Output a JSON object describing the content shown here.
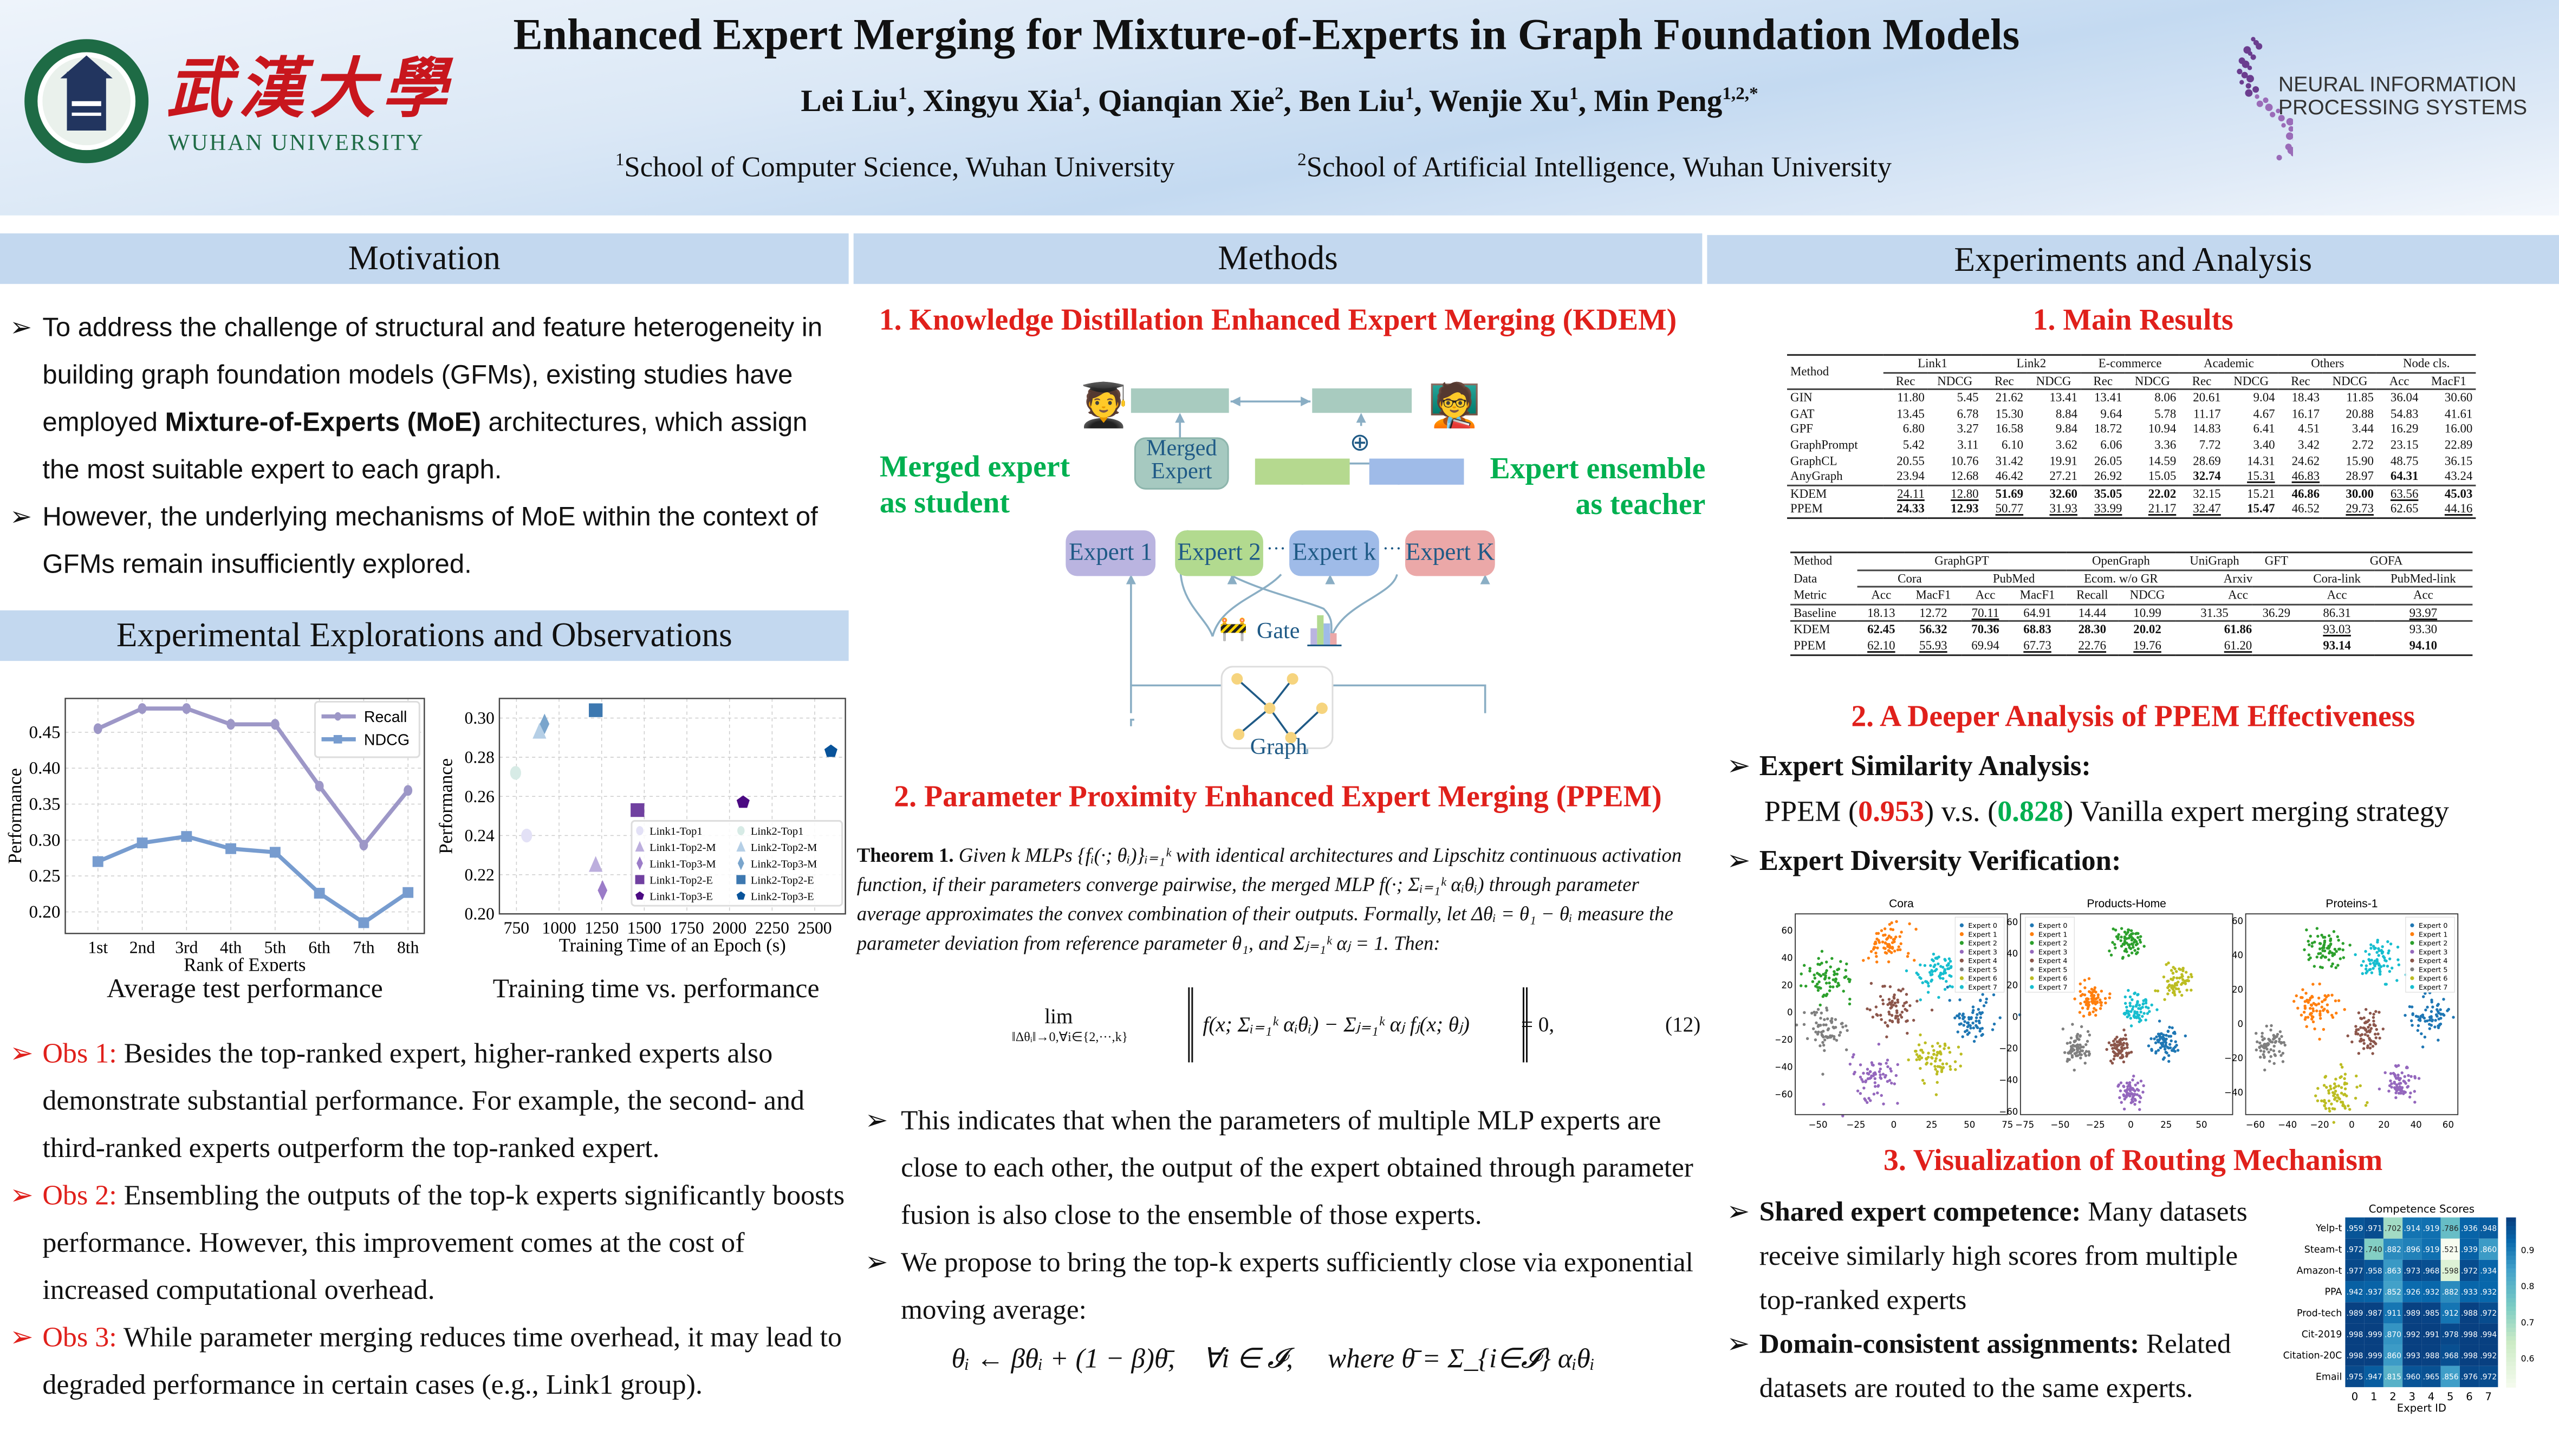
{
  "header": {
    "title": "Enhanced Expert Merging for Mixture-of-Experts in Graph Foundation Models",
    "authors": [
      {
        "name": "Lei Liu",
        "sup": "1"
      },
      {
        "name": "Xingyu Xia",
        "sup": "1"
      },
      {
        "name": "Qianqian Xie",
        "sup": "2"
      },
      {
        "name": "Ben Liu",
        "sup": "1"
      },
      {
        "name": "Wenjie Xu",
        "sup": "1"
      },
      {
        "name": "Min Peng",
        "sup": "1,2,*"
      }
    ],
    "affiliations": [
      {
        "sup": "1",
        "text": "School of Computer Science, Wuhan University"
      },
      {
        "sup": "2",
        "text": "School of Artificial Intelligence, Wuhan University"
      }
    ],
    "left_logo": {
      "chinese": "武漢大學",
      "english": "WUHAN UNIVERSITY"
    },
    "right_logo": {
      "line1": "NEURAL INFORMATION",
      "line2": "PROCESSING SYSTEMS"
    }
  },
  "sections": {
    "motivation": "Motivation",
    "methods": "Methods",
    "experiments": "Experiments and Analysis",
    "explorations": "Experimental Explorations and Observations"
  },
  "motivation": {
    "b1_pre": "To address the challenge of structural and feature heterogeneity in building graph foundation models (GFMs), existing studies have employed ",
    "b1_bold": "Mixture-of-Experts (MoE)",
    "b1_post": " architectures, which assign the most suitable expert to each graph.",
    "b2": "However, the underlying mechanisms of MoE within the context of GFMs remain insufficiently explored."
  },
  "explorations": {
    "caption_left": "Average test performance",
    "caption_right": "Training time vs. performance",
    "obs": [
      {
        "label": "Obs 1:",
        "text": " Besides the top-ranked expert, higher-ranked experts also demonstrate substantial performance. For example, the second- and third-ranked experts outperform the top-ranked expert."
      },
      {
        "label": "Obs 2:",
        "text": " Ensembling the outputs of the top-k experts significantly boosts performance. However, this improvement comes at the cost of increased computational overhead."
      },
      {
        "label": "Obs 3:",
        "text": " While parameter merging reduces time overhead, it may lead to degraded performance in certain cases (e.g., Link1 group)."
      }
    ]
  },
  "methods": {
    "kdem_title": "1. Knowledge Distillation Enhanced Expert Merging (KDEM)",
    "diagram": {
      "student_l1": "Merged expert",
      "student_l2": "as student",
      "teacher_l1": "Expert ensemble",
      "teacher_l2": "as teacher",
      "merged_l1": "Merged",
      "merged_l2": "Expert",
      "experts": [
        "Expert 1",
        "Expert 2",
        "Expert k",
        "Expert K"
      ],
      "dots": "···",
      "gate": "Gate",
      "graph": "Graph",
      "plus": "⊕"
    },
    "ppem_title": "2. Parameter Proximity Enhanced Expert Merging (PPEM)",
    "theorem_label": "Theorem 1.",
    "theorem_text": "Given k MLPs {fᵢ(·; θᵢ)}ᵢ₌₁ᵏ with identical architectures and Lipschitz continuous activation function, if their parameters converge pairwise, the merged MLP f(·; Σᵢ₌₁ᵏ αᵢθᵢ) through parameter average approximates the convex combination of their outputs. Formally, let Δθᵢ = θ₁ − θᵢ measure the parameter deviation from reference parameter θ₁, and Σⱼ₌₁ᵏ αⱼ = 1. Then:",
    "eq_lim": "lim",
    "eq_lim_sub": "‖Δθᵢ‖→0,∀i∈{2,···,k}",
    "eq_body": "f(x; Σᵢ₌₁ᵏ αᵢθᵢ) − Σⱼ₌₁ᵏ αⱼ fⱼ(x; θⱼ)",
    "eq_rhs": "= 0,",
    "eq_num": "(12)",
    "b1": "This indicates that when the parameters of multiple MLP experts are close to each other, the output of the expert obtained through parameter fusion is also close to the ensemble of those experts.",
    "b2": "We propose to bring the top-k experts sufficiently close via exponential moving average:",
    "ema": "θᵢ ← βθᵢ + (1 − β)θ̄,    ∀i ∈ 𝓘,     where θ̄ = Σ_{i∈𝓘} αᵢθᵢ"
  },
  "experiments": {
    "main_title": "1. Main Results",
    "table1": {
      "groups": [
        "Link1",
        "Link2",
        "E-commerce",
        "Academic",
        "Others",
        "Node cls."
      ],
      "method_header": "Method",
      "subheaders": [
        "Rec",
        "NDCG",
        "Rec",
        "NDCG",
        "Rec",
        "NDCG",
        "Rec",
        "NDCG",
        "Rec",
        "NDCG",
        "Acc",
        "MacF1"
      ],
      "rows": [
        {
          "method": "GIN",
          "values": [
            "11.80",
            "5.45",
            "21.62",
            "13.41",
            "13.41",
            "8.06",
            "20.61",
            "9.04",
            "18.43",
            "11.85",
            "36.04",
            "30.60"
          ],
          "bold": [],
          "under": []
        },
        {
          "method": "GAT",
          "values": [
            "13.45",
            "6.78",
            "15.30",
            "8.84",
            "9.64",
            "5.78",
            "11.17",
            "4.67",
            "16.17",
            "20.88",
            "54.83",
            "41.61"
          ],
          "bold": [],
          "under": []
        },
        {
          "method": "GPF",
          "values": [
            "6.80",
            "3.27",
            "16.58",
            "9.84",
            "18.72",
            "10.94",
            "14.83",
            "6.41",
            "4.51",
            "3.44",
            "16.29",
            "16.00"
          ],
          "bold": [],
          "under": []
        },
        {
          "method": "GraphPrompt",
          "values": [
            "5.42",
            "3.11",
            "6.10",
            "3.62",
            "6.06",
            "3.36",
            "7.72",
            "3.40",
            "3.42",
            "2.72",
            "23.15",
            "22.89"
          ],
          "bold": [],
          "under": []
        },
        {
          "method": "GraphCL",
          "values": [
            "20.55",
            "10.76",
            "31.42",
            "19.91",
            "26.05",
            "14.59",
            "28.69",
            "14.31",
            "24.62",
            "15.90",
            "48.75",
            "36.15"
          ],
          "bold": [],
          "under": []
        },
        {
          "method": "AnyGraph",
          "values": [
            "23.94",
            "12.68",
            "46.42",
            "27.21",
            "26.92",
            "15.05",
            "32.74",
            "15.31",
            "46.83",
            "28.97",
            "64.31",
            "43.24"
          ],
          "bold": [
            6,
            10
          ],
          "under": [
            7,
            8
          ]
        },
        {
          "method": "KDEM",
          "values": [
            "24.11",
            "12.80",
            "51.69",
            "32.60",
            "35.05",
            "22.02",
            "32.15",
            "15.21",
            "46.86",
            "30.00",
            "63.56",
            "45.03"
          ],
          "bold": [
            2,
            3,
            4,
            5,
            8,
            9,
            11
          ],
          "under": [
            0,
            1,
            10
          ]
        },
        {
          "method": "PPEM",
          "values": [
            "24.33",
            "12.93",
            "50.77",
            "31.93",
            "33.99",
            "21.17",
            "32.47",
            "15.47",
            "46.52",
            "29.73",
            "62.65",
            "44.16"
          ],
          "bold": [
            0,
            1,
            7
          ],
          "under": [
            2,
            3,
            4,
            5,
            6,
            9,
            11
          ]
        }
      ]
    },
    "table2": {
      "method_label": "Method",
      "data_label": "Data",
      "metric_label": "Metric",
      "methods": [
        "GraphGPT",
        "OpenGraph",
        "UniGraph",
        "GFT",
        "GOFA"
      ],
      "datasets": [
        "Cora",
        "PubMed",
        "Ecom. w/o GR",
        "Arxiv",
        "Cora-link",
        "PubMed-link"
      ],
      "metrics": [
        "Acc",
        "MacF1",
        "Acc",
        "MacF1",
        "Recall",
        "NDCG",
        "Acc",
        "Acc",
        "Acc"
      ],
      "rows": [
        {
          "method": "Baseline",
          "values": [
            "18.13",
            "12.72",
            "70.11",
            "64.91",
            "14.44",
            "10.99",
            "31.35",
            "36.29",
            "86.31",
            "93.97"
          ],
          "bold": [],
          "under": [
            2,
            9
          ]
        },
        {
          "method": "KDEM",
          "values": [
            "62.45",
            "56.32",
            "70.36",
            "68.83",
            "28.30",
            "20.02",
            "61.86",
            "93.03",
            "93.30"
          ],
          "bold": [
            0,
            1,
            2,
            3,
            4,
            5,
            6
          ],
          "under": [
            7
          ]
        },
        {
          "method": "PPEM",
          "values": [
            "62.10",
            "55.93",
            "69.94",
            "67.73",
            "22.76",
            "19.76",
            "61.20",
            "93.14",
            "94.10"
          ],
          "bold": [
            7,
            8
          ],
          "under": [
            0,
            1,
            3,
            4,
            5,
            6
          ]
        }
      ]
    },
    "deeper_title": "2. A Deeper Analysis of PPEM Effectiveness",
    "similarity_label": "Expert Similarity Analysis:",
    "similarity_ppem": "PPEM (",
    "similarity_v1": "0.953",
    "similarity_mid": ") v.s. (",
    "similarity_v2": "0.828",
    "similarity_end": ") Vanilla expert merging strategy",
    "diversity_label": "Expert Diversity Verification:",
    "vis_title": "3. Visualization of Routing Mechanism",
    "shared_label": "Shared expert competence:",
    "shared_text": " Many datasets receive similarly high scores from multiple top-ranked experts",
    "domain_label": "Domain-consistent assignments:",
    "domain_text": " Related datasets are routed to the same experts."
  },
  "colors": {
    "accent_red": "#e0201b",
    "accent_green": "#00b050",
    "section_bg": "#c3d8ef",
    "ppem_blue": "#1f4e9c"
  },
  "chart_data": [
    {
      "type": "line",
      "title": "Average test performance",
      "xlabel": "Rank of Experts",
      "ylabel": "Performance",
      "categories": [
        "1st",
        "2nd",
        "3rd",
        "4th",
        "5th",
        "6th",
        "7th",
        "8th"
      ],
      "series": [
        {
          "name": "Recall",
          "color": "#9d97c7",
          "marker": "circle",
          "values": [
            0.455,
            0.483,
            0.483,
            0.461,
            0.461,
            0.375,
            0.293,
            0.369
          ]
        },
        {
          "name": "NDCG",
          "color": "#779ccf",
          "marker": "square",
          "values": [
            0.27,
            0.296,
            0.305,
            0.288,
            0.283,
            0.226,
            0.185,
            0.227
          ]
        }
      ],
      "ylim": [
        0.17,
        0.497
      ],
      "yticks": [
        "0.20",
        "0.25",
        "0.30",
        "0.35",
        "0.40",
        "0.45"
      ],
      "legend": "top-right",
      "grid": true
    },
    {
      "type": "scatter",
      "title": "Training time vs. performance",
      "xlabel": "Training Time of an Epoch (s)",
      "ylabel": "Performance",
      "xlim": [
        650,
        2680
      ],
      "ylim": [
        0.2,
        0.31
      ],
      "xticks": [
        "750",
        "1000",
        "1250",
        "1500",
        "1750",
        "2000",
        "2250",
        "2500"
      ],
      "yticks": [
        "0.20",
        "0.22",
        "0.24",
        "0.26",
        "0.28",
        "0.30"
      ],
      "legend": "bottom-right",
      "grid": true,
      "points": [
        {
          "name": "Link1-Top1",
          "x": 810,
          "y": 0.24,
          "marker": "circle",
          "color": "#e3e1f6"
        },
        {
          "name": "Link2-Top1",
          "x": 745,
          "y": 0.272,
          "marker": "circle",
          "color": "#d7ebe6"
        },
        {
          "name": "Link1-Top2-M",
          "x": 1215,
          "y": 0.225,
          "marker": "triangle",
          "color": "#bcaedd"
        },
        {
          "name": "Link2-Top2-M",
          "x": 885,
          "y": 0.293,
          "marker": "triangle",
          "color": "#b5cfe6"
        },
        {
          "name": "Link1-Top3-M",
          "x": 1255,
          "y": 0.212,
          "marker": "diamond",
          "color": "#9b7cc8"
        },
        {
          "name": "Link2-Top3-M",
          "x": 915,
          "y": 0.297,
          "marker": "diamond",
          "color": "#7aa5cc"
        },
        {
          "name": "Link1-Top2-E",
          "x": 1460,
          "y": 0.253,
          "marker": "square",
          "color": "#7040a0"
        },
        {
          "name": "Link2-Top2-E",
          "x": 1215,
          "y": 0.304,
          "marker": "square",
          "color": "#3d78b0"
        },
        {
          "name": "Link1-Top3-E",
          "x": 2080,
          "y": 0.257,
          "marker": "pentagon",
          "color": "#4b0a82"
        },
        {
          "name": "Link2-Top3-E",
          "x": 2595,
          "y": 0.283,
          "marker": "pentagon",
          "color": "#08539a"
        }
      ]
    },
    {
      "type": "scatter",
      "subtype": "tsne",
      "legend_entries": [
        "Expert 0",
        "Expert 1",
        "Expert 2",
        "Expert 3",
        "Expert 4",
        "Expert 5",
        "Expert 6",
        "Expert 7"
      ],
      "colors": [
        "#1f77b4",
        "#ff7f0e",
        "#2ca02c",
        "#9467bd",
        "#8c564b",
        "#7f7f7f",
        "#bcbd22",
        "#17becf"
      ],
      "panels": [
        {
          "title": "Cora",
          "xlim": [
            -65,
            75
          ],
          "ylim": [
            -75,
            72
          ],
          "xticks": [
            -50,
            -25,
            0,
            25,
            50,
            75
          ],
          "yticks": [
            -60,
            -40,
            -20,
            0,
            20,
            40,
            60
          ],
          "clusters": [
            [
              52,
              -5,
              8
            ],
            [
              -5,
              50,
              8
            ],
            [
              -43,
              25,
              8
            ],
            [
              -12,
              -48,
              8
            ],
            [
              0,
              3,
              8
            ],
            [
              -45,
              -13,
              8
            ],
            [
              28,
              -35,
              8
            ],
            [
              28,
              30,
              8
            ]
          ]
        },
        {
          "title": "Products-Home",
          "xlim": [
            -78,
            72
          ],
          "ylim": [
            -62,
            65
          ],
          "xticks": [
            -75,
            -50,
            -25,
            0,
            25,
            50
          ],
          "yticks": [
            -60,
            -40,
            -20,
            0,
            20,
            40,
            60
          ],
          "clusters": [
            [
              25,
              -17,
              5
            ],
            [
              -28,
              12,
              5
            ],
            [
              -3,
              47,
              5
            ],
            [
              0,
              -48,
              4
            ],
            [
              -8,
              -20,
              4
            ],
            [
              -38,
              -20,
              5
            ],
            [
              32,
              22,
              5
            ],
            [
              5,
              5,
              5
            ]
          ]
        },
        {
          "title": "Proteins-1",
          "xlim": [
            -66,
            66
          ],
          "ylim": [
            -53,
            64
          ],
          "xticks": [
            -60,
            -40,
            -20,
            0,
            20,
            40,
            60
          ],
          "yticks": [
            -40,
            -20,
            0,
            20,
            40,
            60
          ],
          "clusters": [
            [
              48,
              4,
              6
            ],
            [
              -22,
              10,
              6
            ],
            [
              -17,
              45,
              6
            ],
            [
              30,
              -35,
              5
            ],
            [
              10,
              -5,
              6
            ],
            [
              -50,
              -12,
              5
            ],
            [
              -8,
              -40,
              6
            ],
            [
              18,
              36,
              6
            ]
          ]
        }
      ]
    },
    {
      "type": "heatmap",
      "title": "Competence Scores",
      "xlabel": "Expert ID",
      "x": [
        "0",
        "1",
        "2",
        "3",
        "4",
        "5",
        "6",
        "7"
      ],
      "y": [
        "Yelp-t",
        "Steam-t",
        "Amazon-t",
        "PPA",
        "Prod-tech",
        "Cit-2019",
        "Citation-20C",
        "Email"
      ],
      "values": [
        [
          ".959",
          ".971",
          ".702",
          ".914",
          ".919",
          ".786",
          ".936",
          ".948"
        ],
        [
          ".972",
          ".740",
          ".882",
          ".896",
          ".919",
          ".521",
          ".939",
          ".860"
        ],
        [
          ".977",
          ".958",
          ".863",
          ".973",
          ".968",
          ".598",
          ".972",
          ".934"
        ],
        [
          ".942",
          ".937",
          ".852",
          ".926",
          ".932",
          ".882",
          ".933",
          ".932"
        ],
        [
          ".989",
          ".987",
          ".911",
          ".989",
          ".985",
          ".912",
          ".988",
          ".972"
        ],
        [
          ".998",
          ".999",
          ".870",
          ".992",
          ".991",
          ".978",
          ".998",
          ".994"
        ],
        [
          ".998",
          ".999",
          ".860",
          ".993",
          ".988",
          ".968",
          ".998",
          ".992"
        ],
        [
          ".975",
          ".947",
          ".815",
          ".960",
          ".965",
          ".856",
          ".976",
          ".972"
        ]
      ],
      "colorbar_ticks": [
        "0.9",
        "0.8",
        "0.7",
        "0.6"
      ],
      "range": [
        0.52,
        0.99
      ]
    }
  ]
}
